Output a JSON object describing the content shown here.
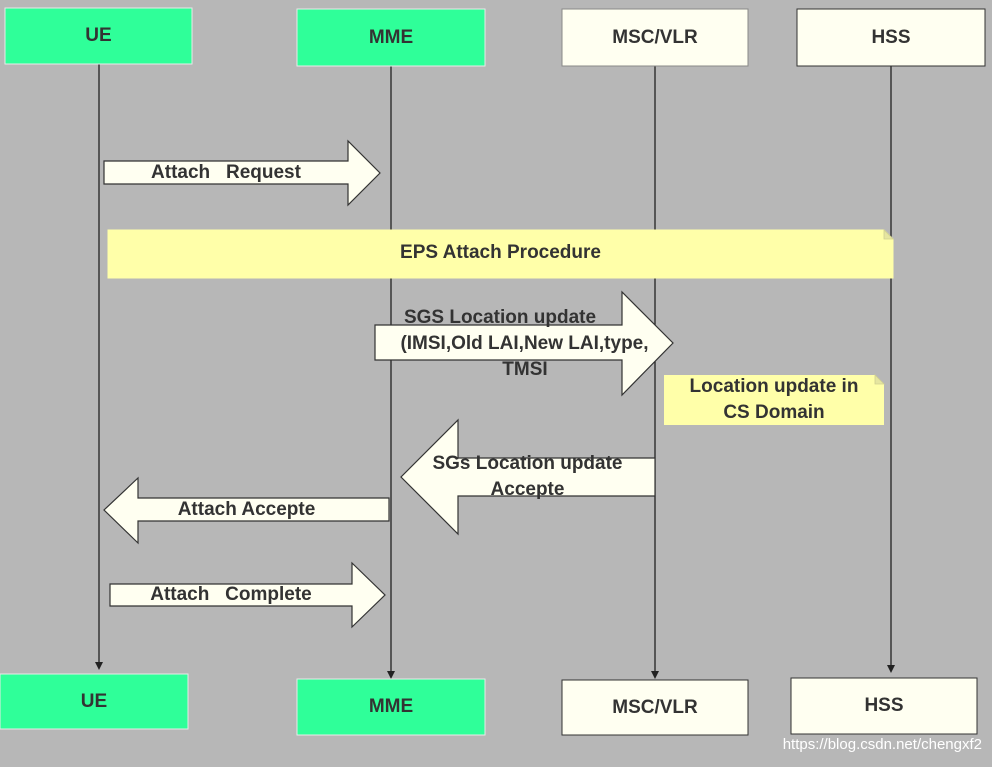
{
  "colors": {
    "background": "#b7b7b7",
    "entity_green": "#2fff99",
    "entity_cream": "#fffff1",
    "note_yellow": "#ffffa9",
    "arrow_fill": "#fffff1",
    "stroke": "#333333",
    "lifeline": "#222222"
  },
  "entities": {
    "ue": "UE",
    "mme": "MME",
    "msc_vlr": "MSC/VLR",
    "hss": "HSS"
  },
  "messages": {
    "attach_request": "Attach   Request",
    "sgs_location_update_line1": "SGS Location update",
    "sgs_location_update_line2": "(IMSI,Old LAI,New LAI,type,",
    "sgs_location_update_line3": "TMSI",
    "sgs_location_update_accept_line1": "SGs Location update",
    "sgs_location_update_accept_line2": "Accepte",
    "attach_accept": "Attach Accepte",
    "attach_complete": "Attach   Complete"
  },
  "notes": {
    "eps_attach_procedure": "EPS Attach Procedure",
    "location_update_cs_line1": "Location update in",
    "location_update_cs_line2": "CS Domain"
  },
  "watermark": "https://blog.csdn.net/chengxf2"
}
